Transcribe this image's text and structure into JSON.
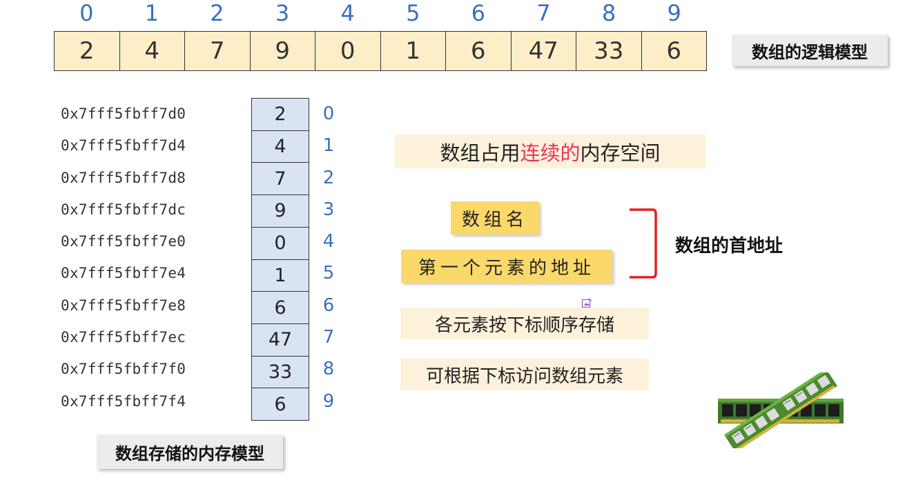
{
  "logical_model": {
    "indices": [
      "0",
      "1",
      "2",
      "3",
      "4",
      "5",
      "6",
      "7",
      "8",
      "9"
    ],
    "values": [
      "2",
      "4",
      "7",
      "9",
      "0",
      "1",
      "6",
      "47",
      "33",
      "6"
    ],
    "label": "数组的逻辑模型"
  },
  "memory_model": {
    "addresses": [
      "0x7fff5fbff7d0",
      "0x7fff5fbff7d4",
      "0x7fff5fbff7d8",
      "0x7fff5fbff7dc",
      "0x7fff5fbff7e0",
      "0x7fff5fbff7e4",
      "0x7fff5fbff7e8",
      "0x7fff5fbff7ec",
      "0x7fff5fbff7f0",
      "0x7fff5fbff7f4"
    ],
    "values": [
      "2",
      "4",
      "7",
      "9",
      "0",
      "1",
      "6",
      "47",
      "33",
      "6"
    ],
    "indices": [
      "0",
      "1",
      "2",
      "3",
      "4",
      "5",
      "6",
      "7",
      "8",
      "9"
    ],
    "label": "数组存储的内存模型"
  },
  "notes": {
    "contiguous_before": "数组占用",
    "contiguous_highlight": "连续的",
    "contiguous_after": "内存空间",
    "array_name": "数组名",
    "first_element_address": "第一个元素的地址",
    "first_address_label": "数组的首地址",
    "order": "各元素按下标顺序存储",
    "access": "可根据下标访问数组元素"
  },
  "colors": {
    "index_blue": "#3a6fc0",
    "logical_fill": "#fdeec8",
    "memory_fill": "#d9e3f3",
    "highlight_red": "#e8345a",
    "yellow_box": "#fbd86a",
    "bracket_red": "#e02020"
  },
  "icons": [
    "edit-icon",
    "ram-icon"
  ]
}
